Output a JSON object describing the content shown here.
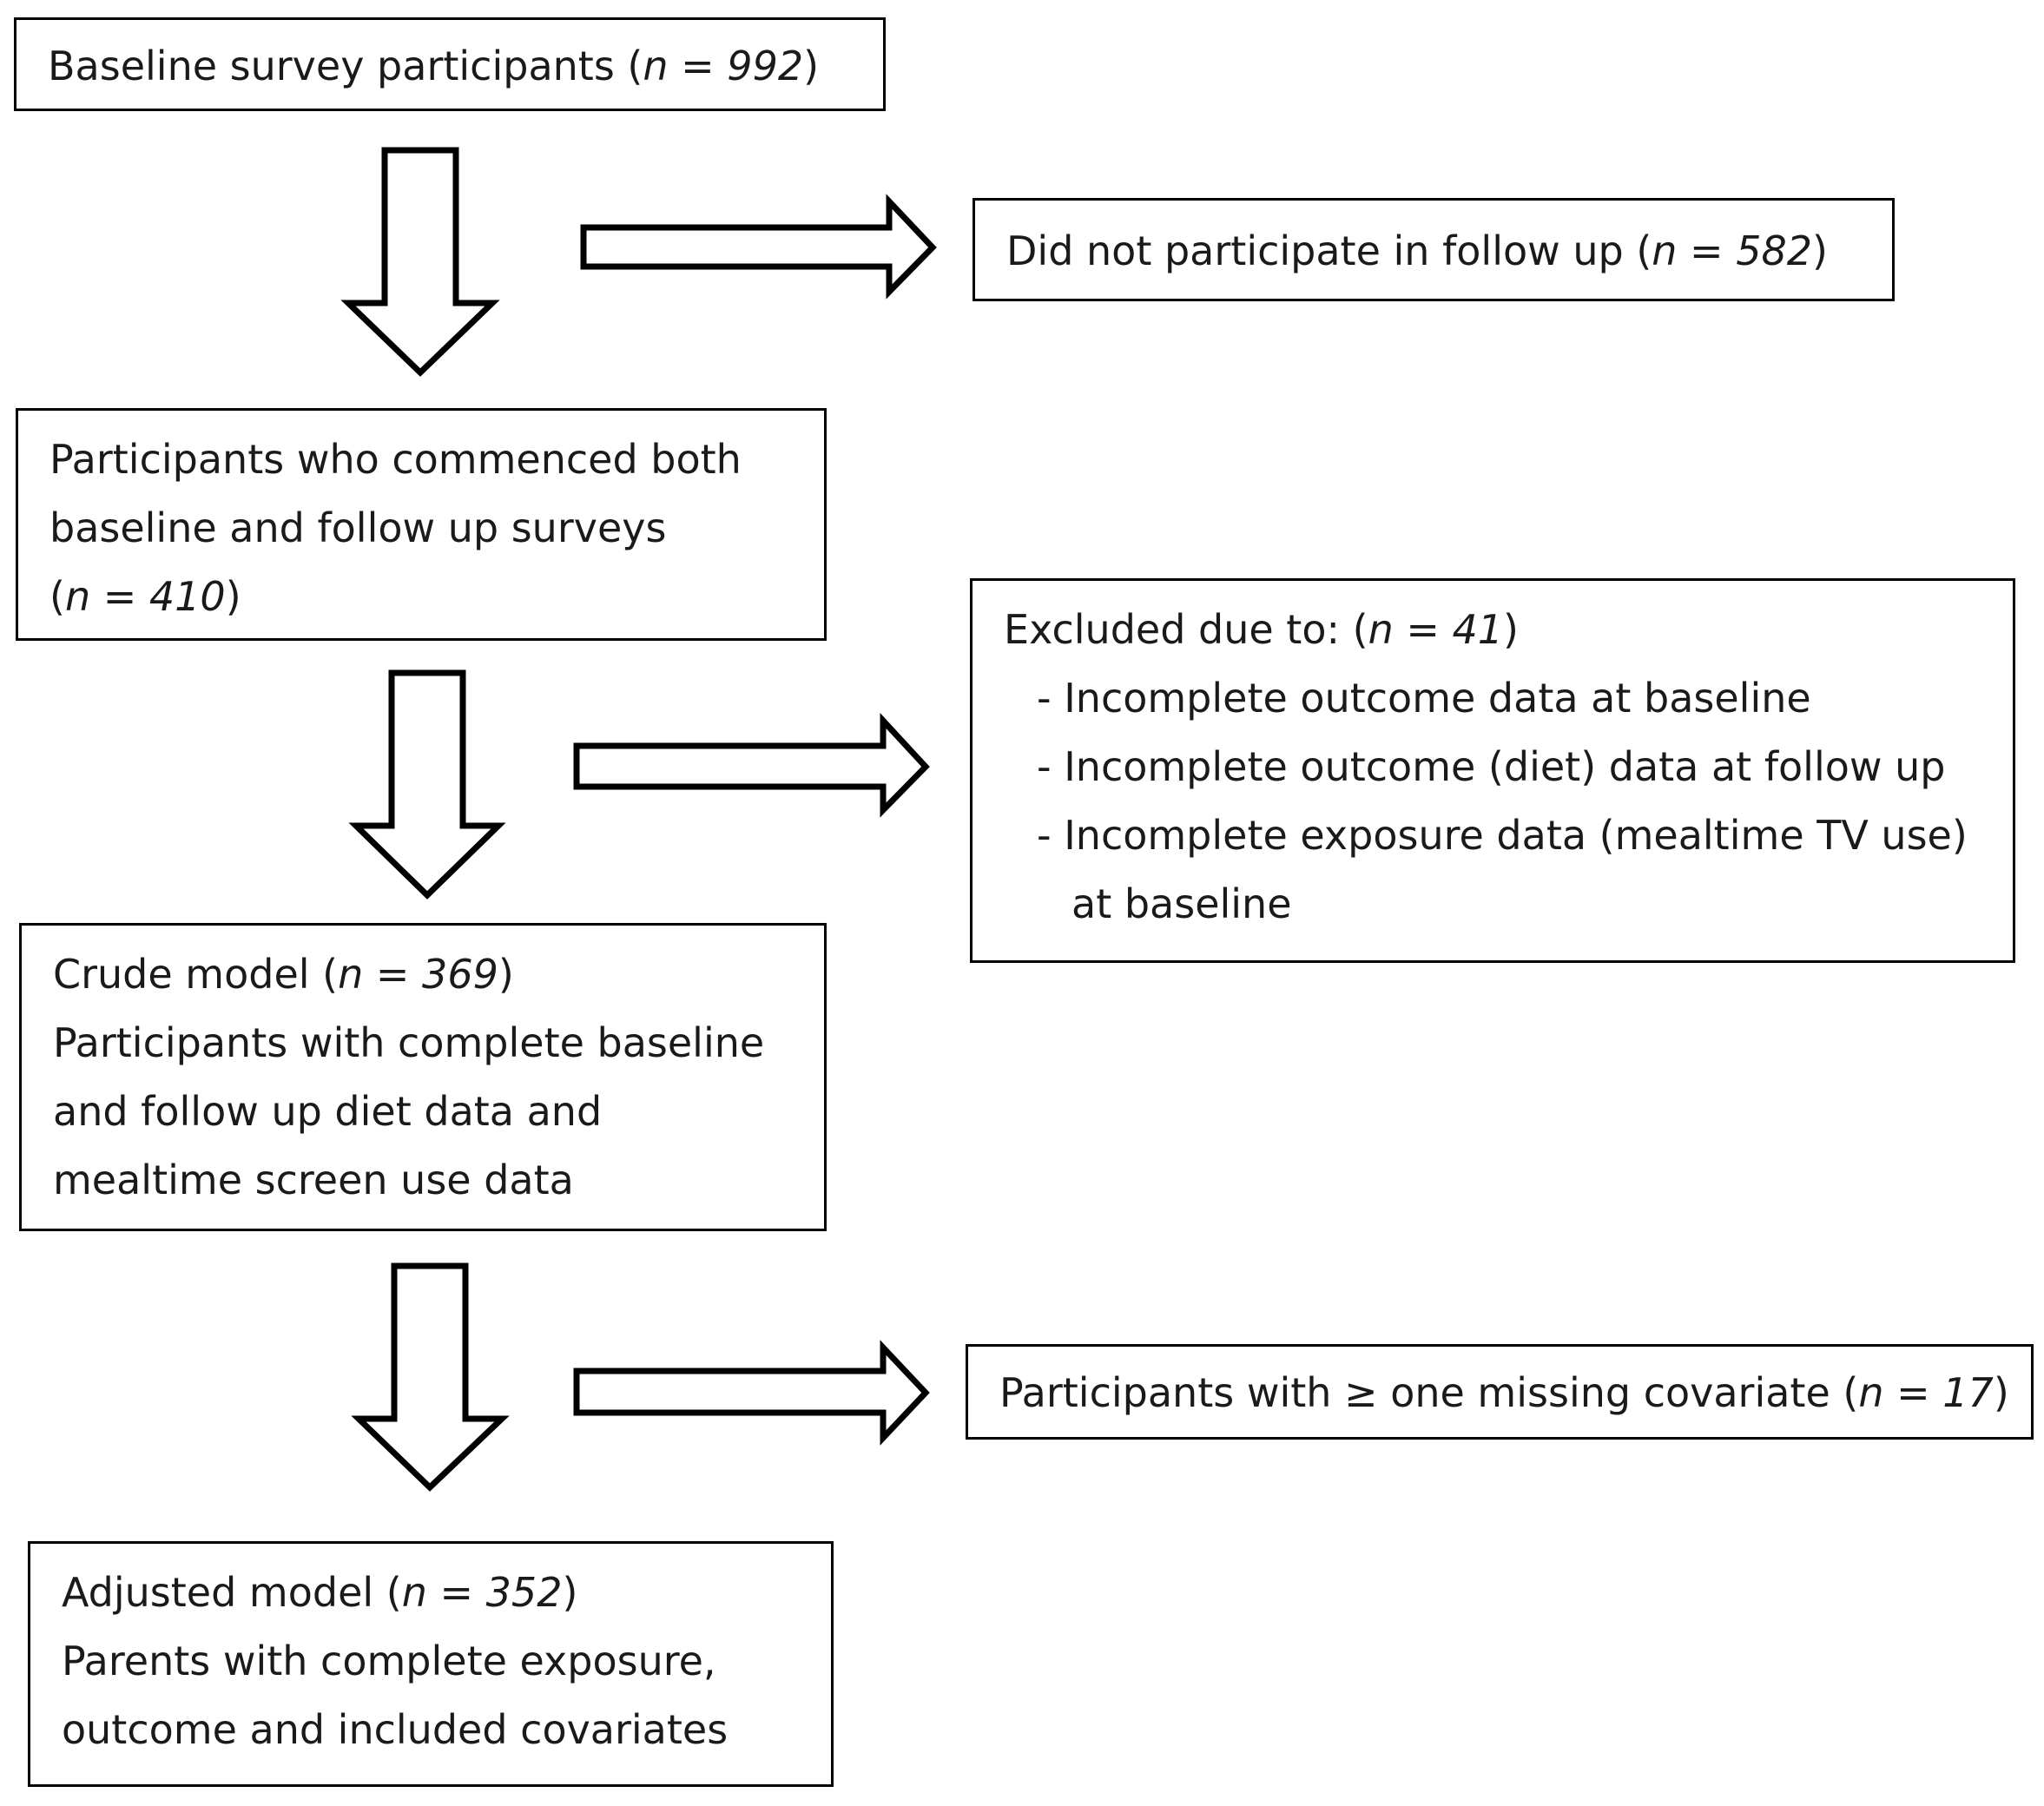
{
  "nodes": {
    "baseline": {
      "lines": [
        {
          "parts": [
            {
              "t": "Baseline survey participants ("
            },
            {
              "t": "n = 992",
              "i": true
            },
            {
              "t": ")"
            }
          ]
        }
      ]
    },
    "no_follow_up": {
      "lines": [
        {
          "parts": [
            {
              "t": "Did not participate in follow up ("
            },
            {
              "t": "n = 582",
              "i": true
            },
            {
              "t": ")"
            }
          ]
        }
      ]
    },
    "both_surveys": {
      "lines": [
        {
          "parts": [
            {
              "t": "Participants who commenced both"
            }
          ]
        },
        {
          "parts": [
            {
              "t": "baseline and follow up surveys"
            }
          ]
        },
        {
          "parts": [
            {
              "t": "("
            },
            {
              "t": "n = 410",
              "i": true
            },
            {
              "t": ")"
            }
          ]
        }
      ]
    },
    "excluded": {
      "lines": [
        {
          "parts": [
            {
              "t": "Excluded due to: ("
            },
            {
              "t": "n = 41",
              "i": true
            },
            {
              "t": ")"
            }
          ]
        },
        {
          "kind": "bullet",
          "parts": [
            {
              "t": "- Incomplete outcome data at baseline"
            }
          ]
        },
        {
          "kind": "bullet",
          "parts": [
            {
              "t": "- Incomplete outcome (diet) data at follow up"
            }
          ]
        },
        {
          "kind": "bullet",
          "parts": [
            {
              "t": "- Incomplete exposure data (mealtime TV use)"
            }
          ]
        },
        {
          "kind": "cont",
          "parts": [
            {
              "t": "at baseline"
            }
          ]
        }
      ]
    },
    "crude_model": {
      "lines": [
        {
          "parts": [
            {
              "t": "Crude model ("
            },
            {
              "t": "n = 369",
              "i": true
            },
            {
              "t": ")"
            }
          ]
        },
        {
          "parts": [
            {
              "t": "Participants with complete baseline"
            }
          ]
        },
        {
          "parts": [
            {
              "t": "and follow up diet data and"
            }
          ]
        },
        {
          "parts": [
            {
              "t": "mealtime screen use data"
            }
          ]
        }
      ]
    },
    "missing_covariate": {
      "lines": [
        {
          "parts": [
            {
              "t": "Participants with ≥ one missing covariate ("
            },
            {
              "t": "n = 17",
              "i": true
            },
            {
              "t": ")"
            }
          ]
        }
      ]
    },
    "adjusted_model": {
      "lines": [
        {
          "parts": [
            {
              "t": "Adjusted model ("
            },
            {
              "t": "n = 352",
              "i": true
            },
            {
              "t": ")"
            }
          ]
        },
        {
          "parts": [
            {
              "t": "Parents with complete exposure,"
            }
          ]
        },
        {
          "parts": [
            {
              "t": "outcome and included covariates"
            }
          ]
        }
      ]
    }
  },
  "edges": [
    {
      "from": "baseline",
      "to": "both_surveys",
      "direction": "down"
    },
    {
      "from": "baseline",
      "to": "no_follow_up",
      "direction": "right"
    },
    {
      "from": "both_surveys",
      "to": "crude_model",
      "direction": "down"
    },
    {
      "from": "both_surveys",
      "to": "excluded",
      "direction": "right"
    },
    {
      "from": "crude_model",
      "to": "adjusted_model",
      "direction": "down"
    },
    {
      "from": "crude_model",
      "to": "missing_covariate",
      "direction": "right"
    }
  ]
}
